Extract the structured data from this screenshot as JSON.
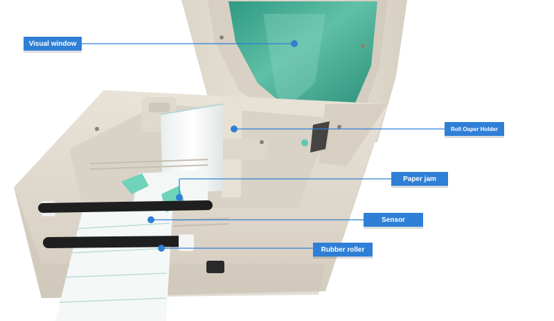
{
  "image": {
    "subject": "Thermal label printer with open lid showing label roll and internal parts",
    "colors": {
      "callout_fill": "#2f7fd6",
      "leader_line": "#2f7fd6",
      "printer_body": "#e5ded2",
      "window_tint": "#3fa98f",
      "label_paper": "#f3f7f6",
      "roller": "#1f1f1f"
    }
  },
  "callouts": {
    "visual_window": "Visual window",
    "roll_holder": "Roll Oaper Holder",
    "paper_jam": "Paper jam",
    "sensor": "Sensor",
    "rubber_roller": "Rubber roller"
  }
}
